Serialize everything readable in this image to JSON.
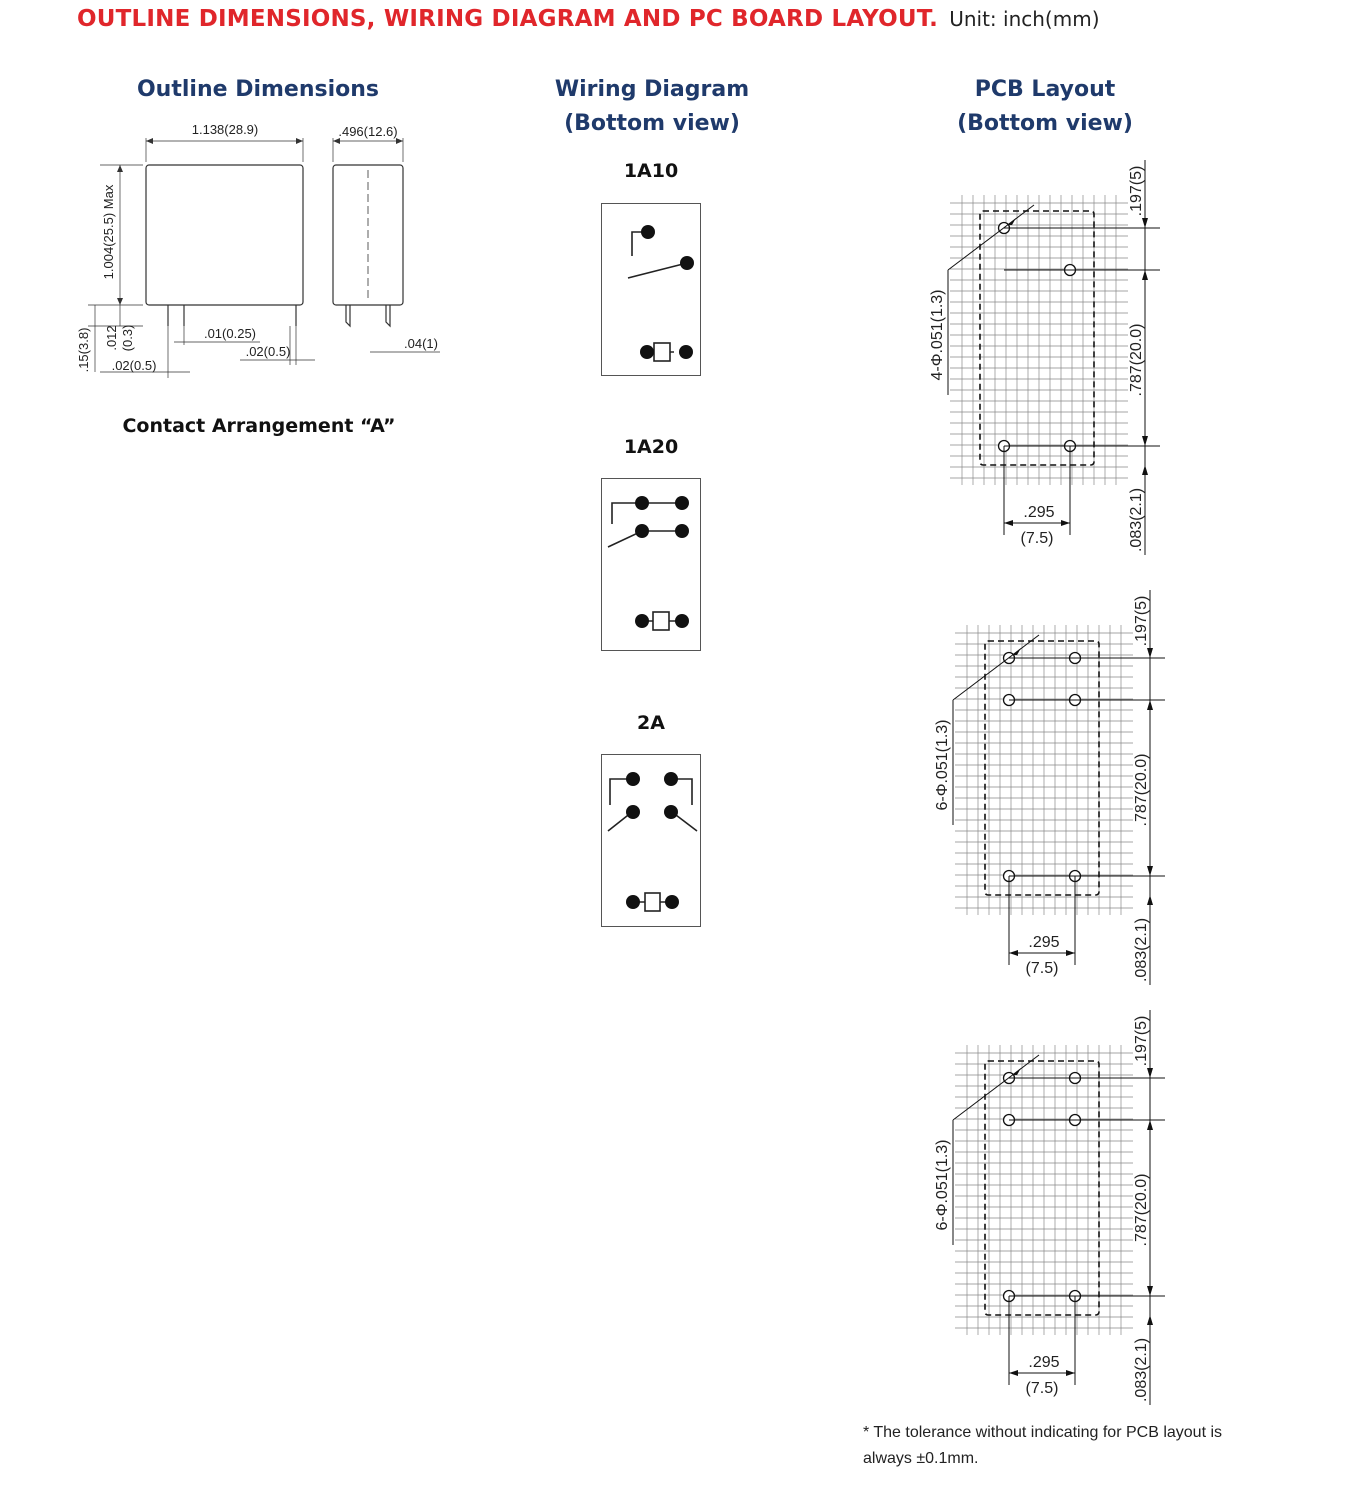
{
  "header": {
    "title": "OUTLINE DIMENSIONS, WIRING DIAGRAM AND PC BOARD LAYOUT.",
    "unit": "Unit: inch(mm)"
  },
  "outline": {
    "title": "Outline Dimensions",
    "dims": {
      "width": "1.138(28.9)",
      "depth": ".496(12.6)",
      "height": "1.004(25.5) Max",
      "pin_len": ".15(3.8)",
      "pin_gap_in": ".012",
      "pin_gap_mm": "(0.3)",
      "pin_w1": ".01(0.25)",
      "pin_w2": ".02(0.5)",
      "pin_w3": ".02(0.5)",
      "pin_side": ".04(1)"
    },
    "contact_label": "Contact Arrangement “A”"
  },
  "wiring": {
    "title_line1": "Wiring Diagram",
    "title_line2": "(Bottom view)",
    "variants": [
      "1A10",
      "1A20",
      "2A"
    ]
  },
  "pcb": {
    "title_line1": "PCB Layout",
    "title_line2": "(Bottom view)",
    "layouts": [
      {
        "holes": "4-Φ.051(1.3)",
        "top": ".197(5)",
        "mid": ".787(20.0)",
        "bottom": ".083(2.1)",
        "pitch_in": ".295",
        "pitch_mm": "(7.5)"
      },
      {
        "holes": "6-Φ.051(1.3)",
        "top": ".197(5)",
        "mid": ".787(20.0)",
        "bottom": ".083(2.1)",
        "pitch_in": ".295",
        "pitch_mm": "(7.5)"
      },
      {
        "holes": "6-Φ.051(1.3)",
        "top": ".197(5)",
        "mid": ".787(20.0)",
        "bottom": ".083(2.1)",
        "pitch_in": ".295",
        "pitch_mm": "(7.5)"
      }
    ],
    "note": "* The tolerance without indicating for PCB layout is always ±0.1mm."
  }
}
